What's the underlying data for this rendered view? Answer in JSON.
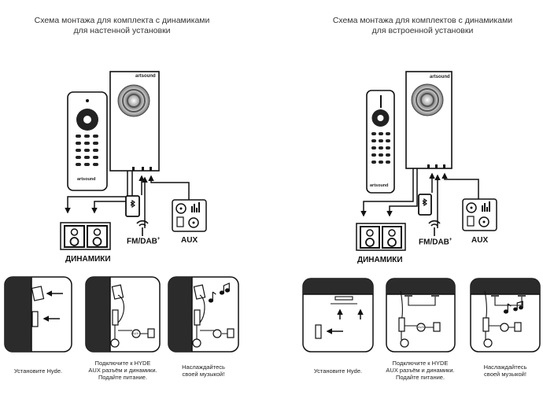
{
  "left": {
    "title_line1": "Схема монтажа для комплекта с динамиками",
    "title_line2": "для настенной установки",
    "brand_unit": "artsound",
    "brand_remote": "artsound",
    "label_speakers": "ДИНАМИКИ",
    "label_fm": "FM/DAB",
    "label_fm_sup": "+",
    "label_aux": "AUX",
    "label_aux_small": "AUX",
    "step1": "Установите Hyde.",
    "step2_l1": "Подключите к HYDE",
    "step2_l2": "AUX разъём и динамики.",
    "step2_l3": "Подайте питание.",
    "step3_l1": "Наслаждайтесь",
    "step3_l2": "своей музыкой!"
  },
  "right": {
    "title_line1": "Схема монтажа для комплектов с динамиками",
    "title_line2": "для встроенной установки",
    "brand_unit": "artsound",
    "brand_remote": "artsound",
    "label_speakers": "ДИНАМИКИ",
    "label_fm": "FM/DAB",
    "label_fm_sup": "+",
    "label_aux": "AUX",
    "label_aux_small": "AUX",
    "step1": "Установите Hyde.",
    "step2_l1": "Подключите к HYDE",
    "step2_l2": "AUX разъём и динамики.",
    "step2_l3": "Подайте питание.",
    "step3_l1": "Наслаждайтесь",
    "step3_l2": "своей музыкой!"
  },
  "icons": [
    "hyde-unit-icon",
    "remote-control-icon",
    "speaker-pair-icon",
    "smartphone-icon",
    "antenna-icon",
    "aux-device-icon",
    "wall-icon",
    "ceiling-icon",
    "arrow-icon",
    "music-note-icon"
  ],
  "colors": {
    "line": "#111111",
    "panel": "#2b2b2b",
    "bg": "#ffffff"
  }
}
